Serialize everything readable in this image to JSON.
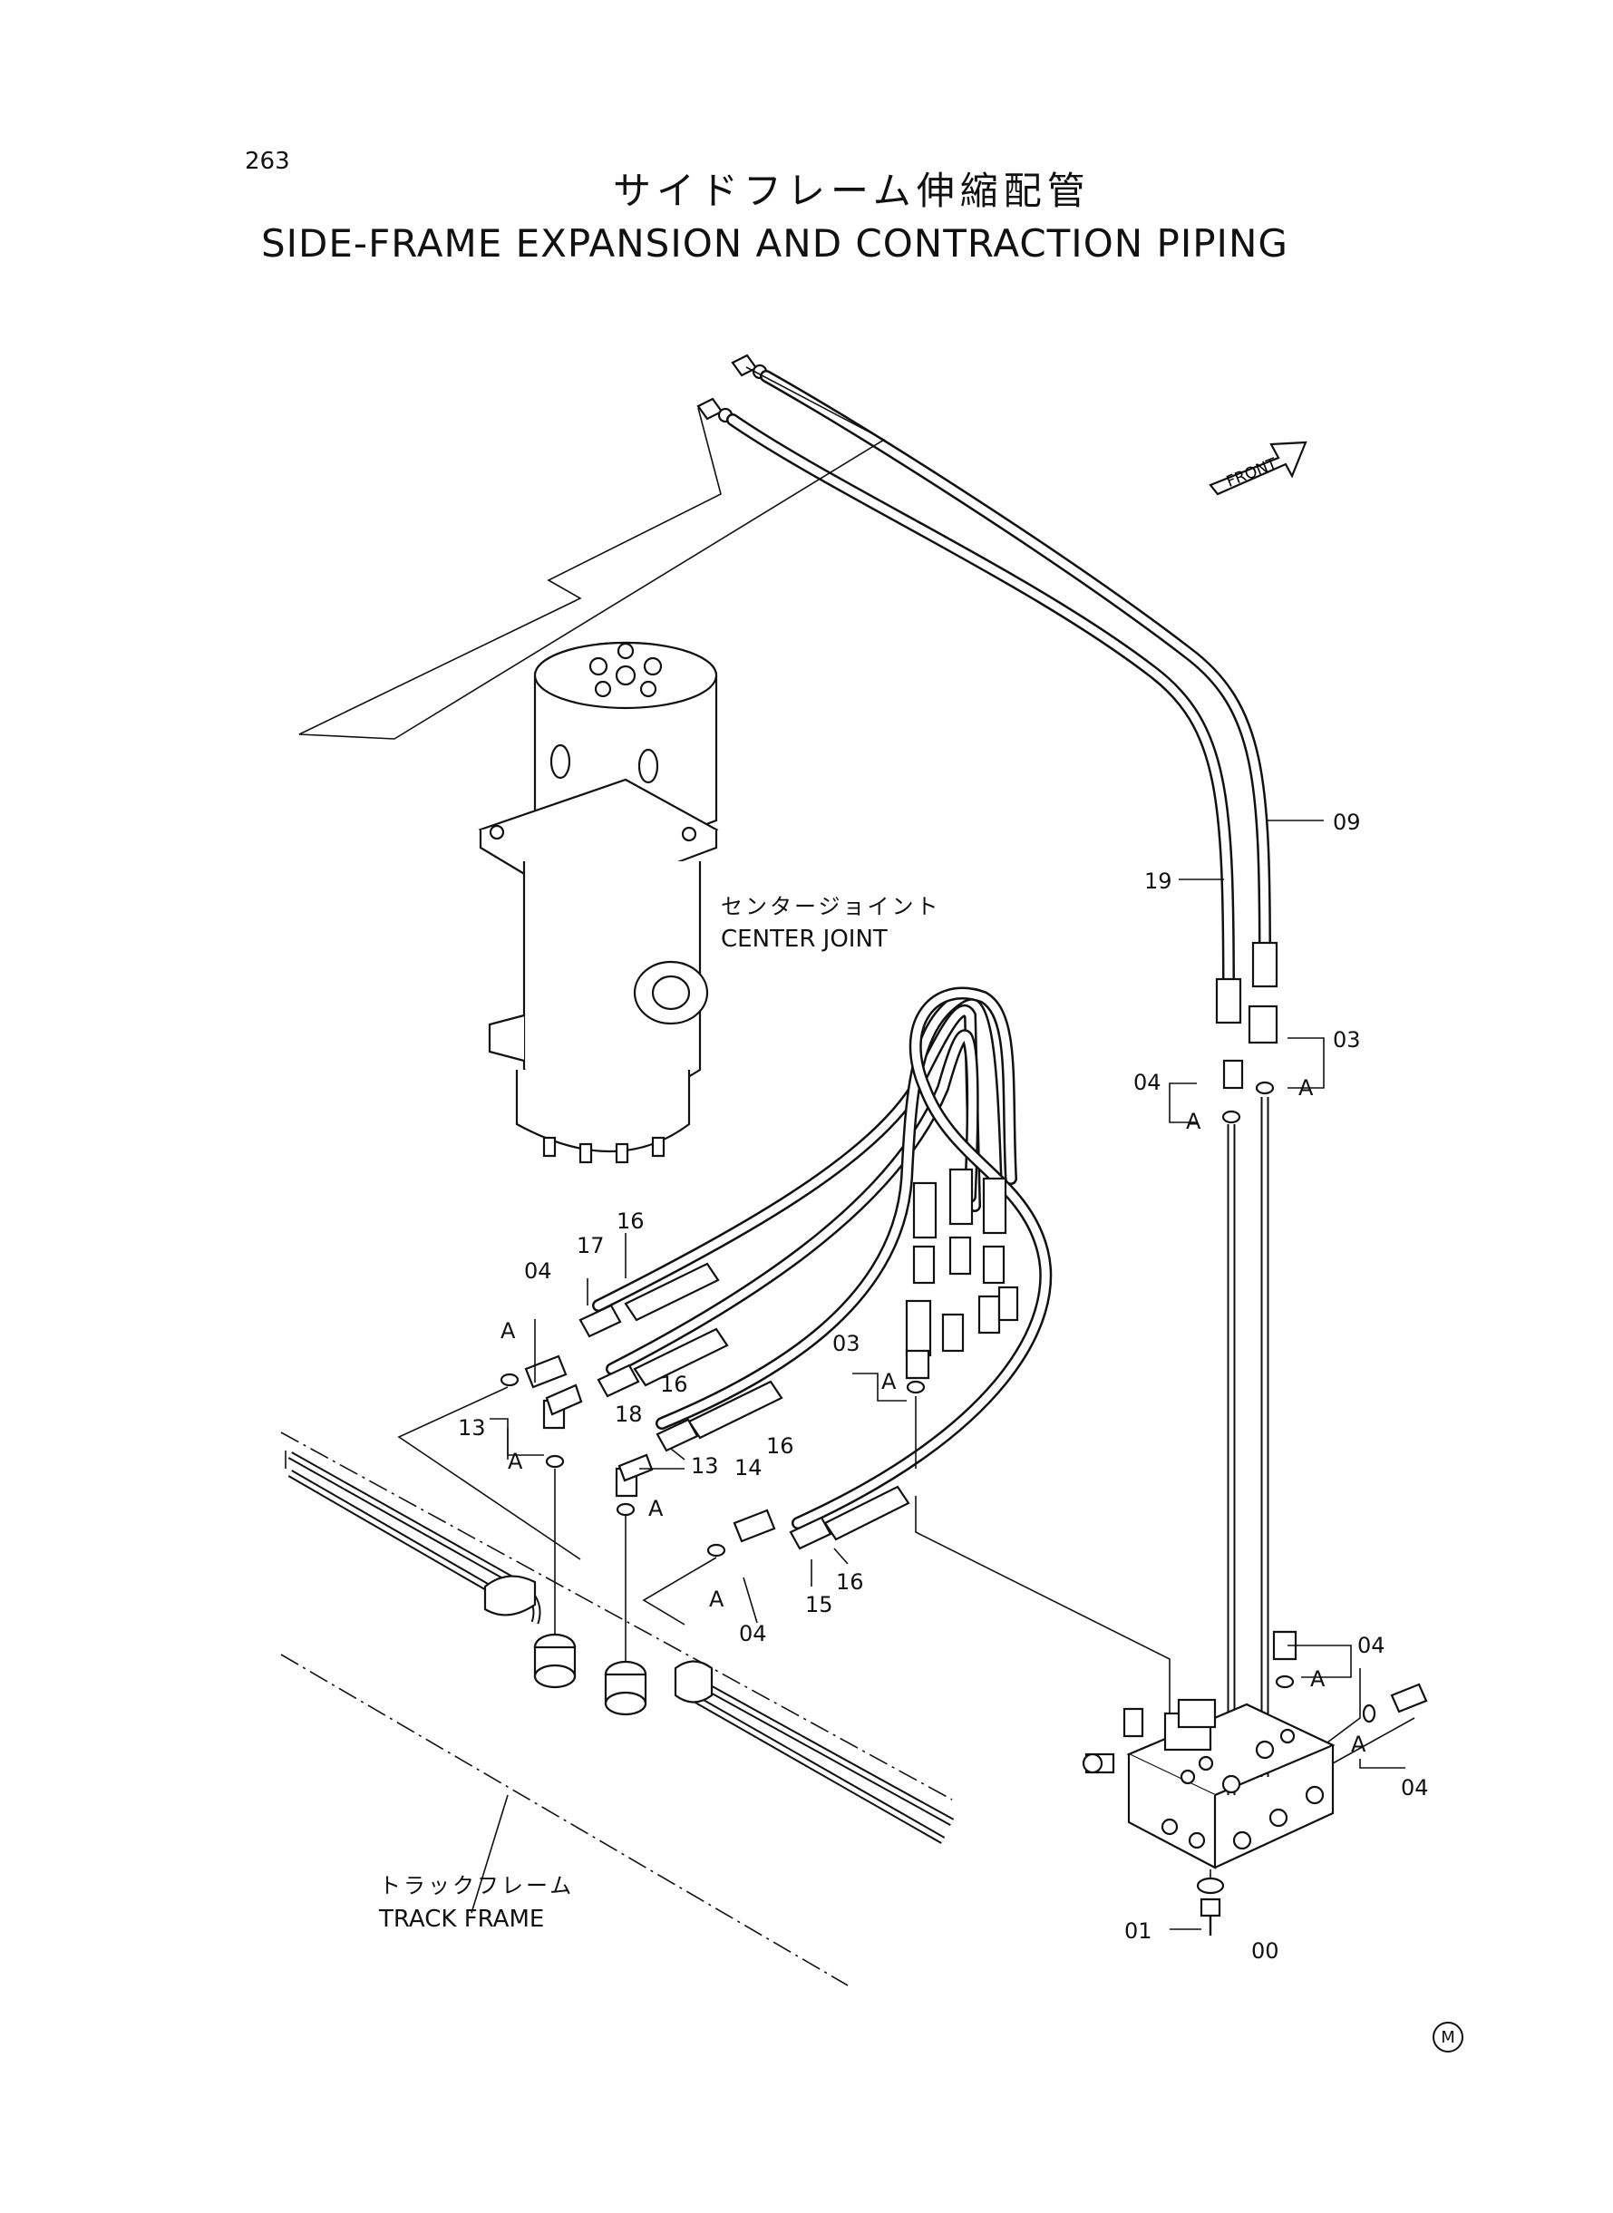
{
  "page": {
    "number": "263",
    "title_jp": "サイドフレーム伸縮配管",
    "title_en": "SIDE-FRAME EXPANSION AND CONTRACTION PIPING",
    "mark": "M"
  },
  "labels": {
    "front": "FRONT",
    "center_joint_jp": "センタージョイント",
    "center_joint_en": "CENTER JOINT",
    "track_frame_jp": "トラックフレーム",
    "track_frame_en": "TRACK FRAME"
  },
  "callouts": {
    "c09": "09",
    "c19": "19",
    "c03_right": "03",
    "c04_right": "04",
    "cA_r1": "A",
    "cA_r2": "A",
    "c16_a": "16",
    "c17": "17",
    "c04_left": "04",
    "cA_left": "A",
    "c16_b": "16",
    "c18": "18",
    "c13_left": "13",
    "cA_13": "A",
    "c13_mid": "13",
    "c14": "14",
    "c16_c": "16",
    "cA_mid": "A",
    "c03_mid": "03",
    "cA_03": "A",
    "cA_low": "A",
    "c04_low": "04",
    "c15": "15",
    "c16_d": "16",
    "c04_v1": "04",
    "cA_v1": "A",
    "cA_v2": "A",
    "c04_v2": "04",
    "c01": "01",
    "c00": "00"
  }
}
